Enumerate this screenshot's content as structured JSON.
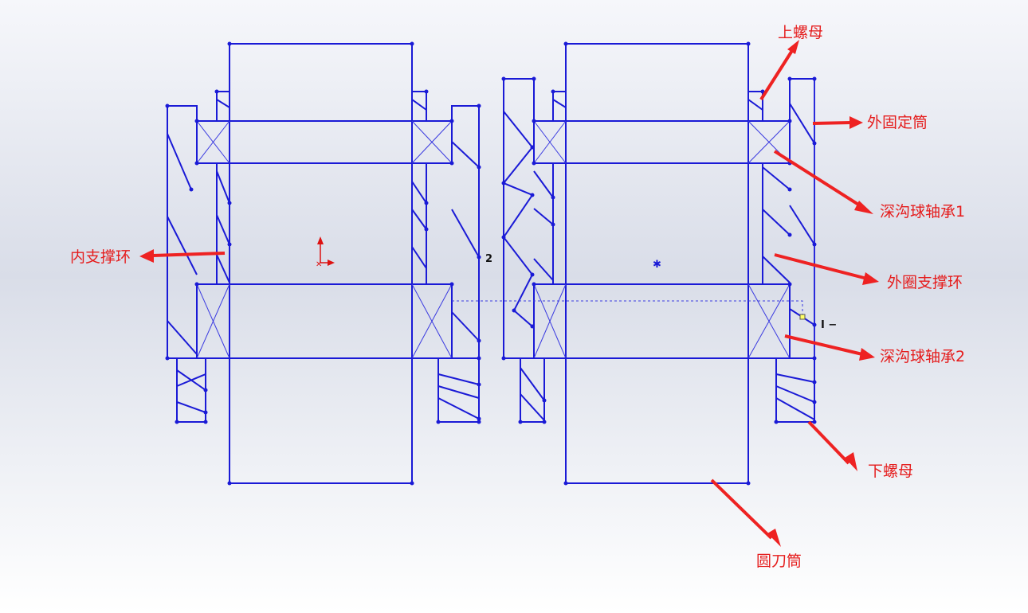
{
  "labels": {
    "upper_nut": "上螺母",
    "outer_fixed_tube": "外固定筒",
    "deep_groove_bearing_1": "深沟球轴承1",
    "inner_support_ring": "内支撑环",
    "outer_support_ring": "外圈支撑环",
    "deep_groove_bearing_2": "深沟球轴承2",
    "lower_nut": "下螺母",
    "circular_knife_tube": "圆刀筒"
  },
  "marks": {
    "dimension_value": "2",
    "cursor_tag": "I −"
  },
  "colors": {
    "sketch_line": "#1a1ad6",
    "annotation": "#e51c1c",
    "origin_axis": "#dd1111"
  },
  "icons": [
    "origin-triad-icon",
    "center-point-icon",
    "cursor-icon"
  ]
}
